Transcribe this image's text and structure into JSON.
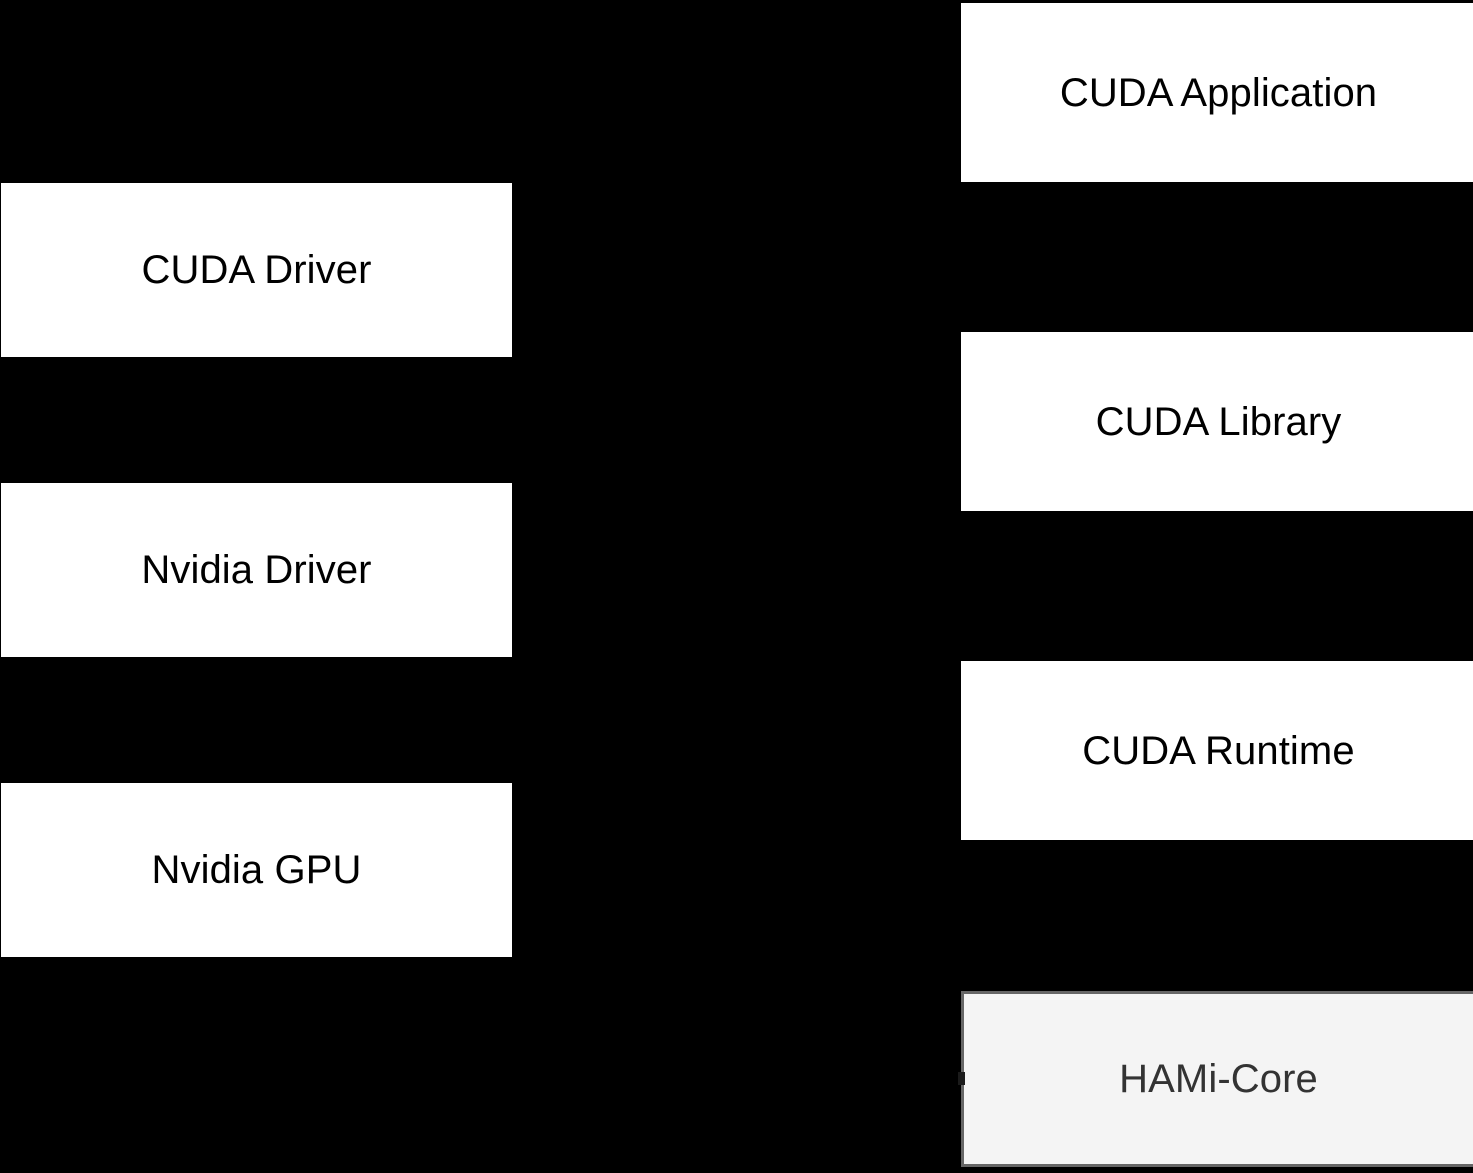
{
  "diagram": {
    "background_color": "#000000",
    "columns": {
      "left": {
        "name": "gpu-stack-column",
        "nodes": [
          {
            "id": "cuda-driver",
            "label": "CUDA Driver",
            "style": "plain",
            "fill": "#ffffff",
            "text_color": "#000000"
          },
          {
            "id": "nvidia-driver",
            "label": "Nvidia Driver",
            "style": "plain",
            "fill": "#ffffff",
            "text_color": "#000000"
          },
          {
            "id": "nvidia-gpu",
            "label": "Nvidia GPU",
            "style": "plain",
            "fill": "#ffffff",
            "text_color": "#000000"
          }
        ]
      },
      "right": {
        "name": "cuda-stack-column",
        "nodes": [
          {
            "id": "cuda-application",
            "label": "CUDA Application",
            "style": "plain",
            "fill": "#ffffff",
            "text_color": "#000000"
          },
          {
            "id": "cuda-library",
            "label": "CUDA Library",
            "style": "plain",
            "fill": "#ffffff",
            "text_color": "#000000"
          },
          {
            "id": "cuda-runtime",
            "label": "CUDA Runtime",
            "style": "plain",
            "fill": "#ffffff",
            "text_color": "#000000"
          },
          {
            "id": "hami-core",
            "label": "HAMi-Core",
            "style": "shaded",
            "fill": "#f4f4f4",
            "text_color": "#333333",
            "border_color": "#666666"
          }
        ]
      }
    }
  }
}
